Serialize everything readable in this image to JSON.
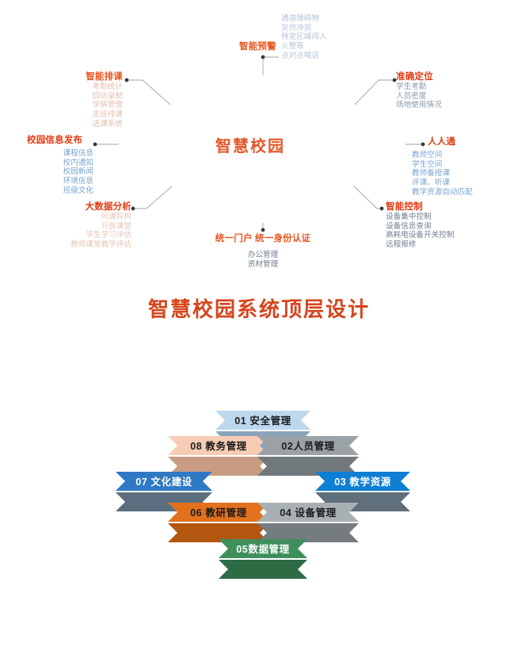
{
  "diagram": {
    "center_label": "智慧校园",
    "bottom_title": "智慧校园系统顶层设计",
    "accent_orange": "#e8541d",
    "accent_red": "#d6451c"
  },
  "blocks": [
    {
      "id": "01",
      "label": "01 安全管理",
      "color": "#bcd8ee",
      "shadow": "#7f9fb8",
      "text": "dark"
    },
    {
      "id": "02",
      "label": "02人员管理",
      "color": "#9aa2a6",
      "shadow": "#6e7679",
      "text": "dark"
    },
    {
      "id": "03",
      "label": "03 教学资源",
      "color": "#0f7fd4",
      "shadow": "#5f6f7c",
      "text": "light"
    },
    {
      "id": "04",
      "label": "04 设备管理",
      "color": "#a9b0b4",
      "shadow": "#757c80",
      "text": "dark"
    },
    {
      "id": "05",
      "label": "05数据管理",
      "color": "#3f8f5c",
      "shadow": "#2d6b44",
      "text": "light"
    },
    {
      "id": "06",
      "label": "06 教研管理",
      "color": "#e2711d",
      "shadow": "#b3560f",
      "text": "dark"
    },
    {
      "id": "07",
      "label": "07 文化建设",
      "color": "#2f79c4",
      "shadow": "#5a6e80",
      "text": "light"
    },
    {
      "id": "08",
      "label": "08 教务管理",
      "color": "#f6cdb4",
      "shadow": "#c79c83",
      "text": "dark"
    }
  ],
  "callouts": {
    "smart_warning": {
      "title": "智能预警",
      "items": [
        "通道障碍物",
        "突然冲突",
        "特定区域闯入",
        "火警等",
        "点对点喊话"
      ]
    },
    "smart_scheduling": {
      "title": "智能排课",
      "items": [
        "考勤统计",
        "回访录制",
        "学情管理",
        "走班排课",
        "选课系统"
      ]
    },
    "accurate_positioning": {
      "title": "准确定位",
      "items": [
        "学生考勤",
        "人员密度",
        "场地使用情况"
      ]
    },
    "campus_info": {
      "title": "校园信息发布",
      "items": [
        "课程信息",
        "校内通知",
        "校园新闻",
        "环境信息",
        "班级文化"
      ]
    },
    "everyone_connect": {
      "title": "人人通",
      "items": [
        "教师空间",
        "学生空间",
        "教师备授课",
        "评课、听课",
        "教学资源自动匹配"
      ]
    },
    "big_data": {
      "title": "大数据分析",
      "items": [
        "同课异构",
        "开放课堂",
        "学生学习评估",
        "教师课堂教学评估"
      ]
    },
    "smart_control": {
      "title": "智能控制",
      "items": [
        "设备集中控制",
        "设备信息查询",
        "高耗电设备开关控制",
        "远程报修"
      ]
    },
    "unified_portal": {
      "title": "统一门户 统一身份认证",
      "items": [
        "办公管理",
        "资材管理"
      ]
    }
  }
}
